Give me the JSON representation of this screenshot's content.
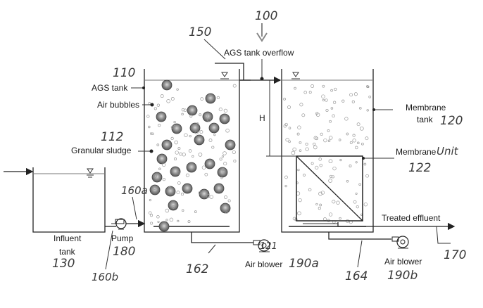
{
  "labels": {
    "ags_tank_overflow": "AGS tank overflow",
    "ags_tank": "AGS tank",
    "air_bubbles": "Air bubbles",
    "granular_sludge": "Granular sludge",
    "membrane_tank": "Membrane\ntank",
    "membrane_unit": "Membrane",
    "influent_tank": "Influent\ntank",
    "pump": "Pump",
    "air_blower_a": "Air blower",
    "air_blower_b": "Air blower",
    "treated_effluent": "Treated effluent",
    "height": "H"
  },
  "refs": {
    "r100": "100",
    "r150": "150",
    "r110": "110",
    "r112": "112",
    "r120": "120",
    "r122": "122",
    "r130": "130",
    "r160a": "160a",
    "r160b": "160b",
    "r180": "180",
    "r162": "162",
    "r121": "121",
    "r190a": "190a",
    "r164": "164",
    "r190b": "190b",
    "r170": "170",
    "unit_word": "Unit"
  },
  "colors": {
    "line": "#222222",
    "granule_fill": "#9a9a9a",
    "granule_ring": "#555555",
    "arrow_gray": "#888888"
  }
}
